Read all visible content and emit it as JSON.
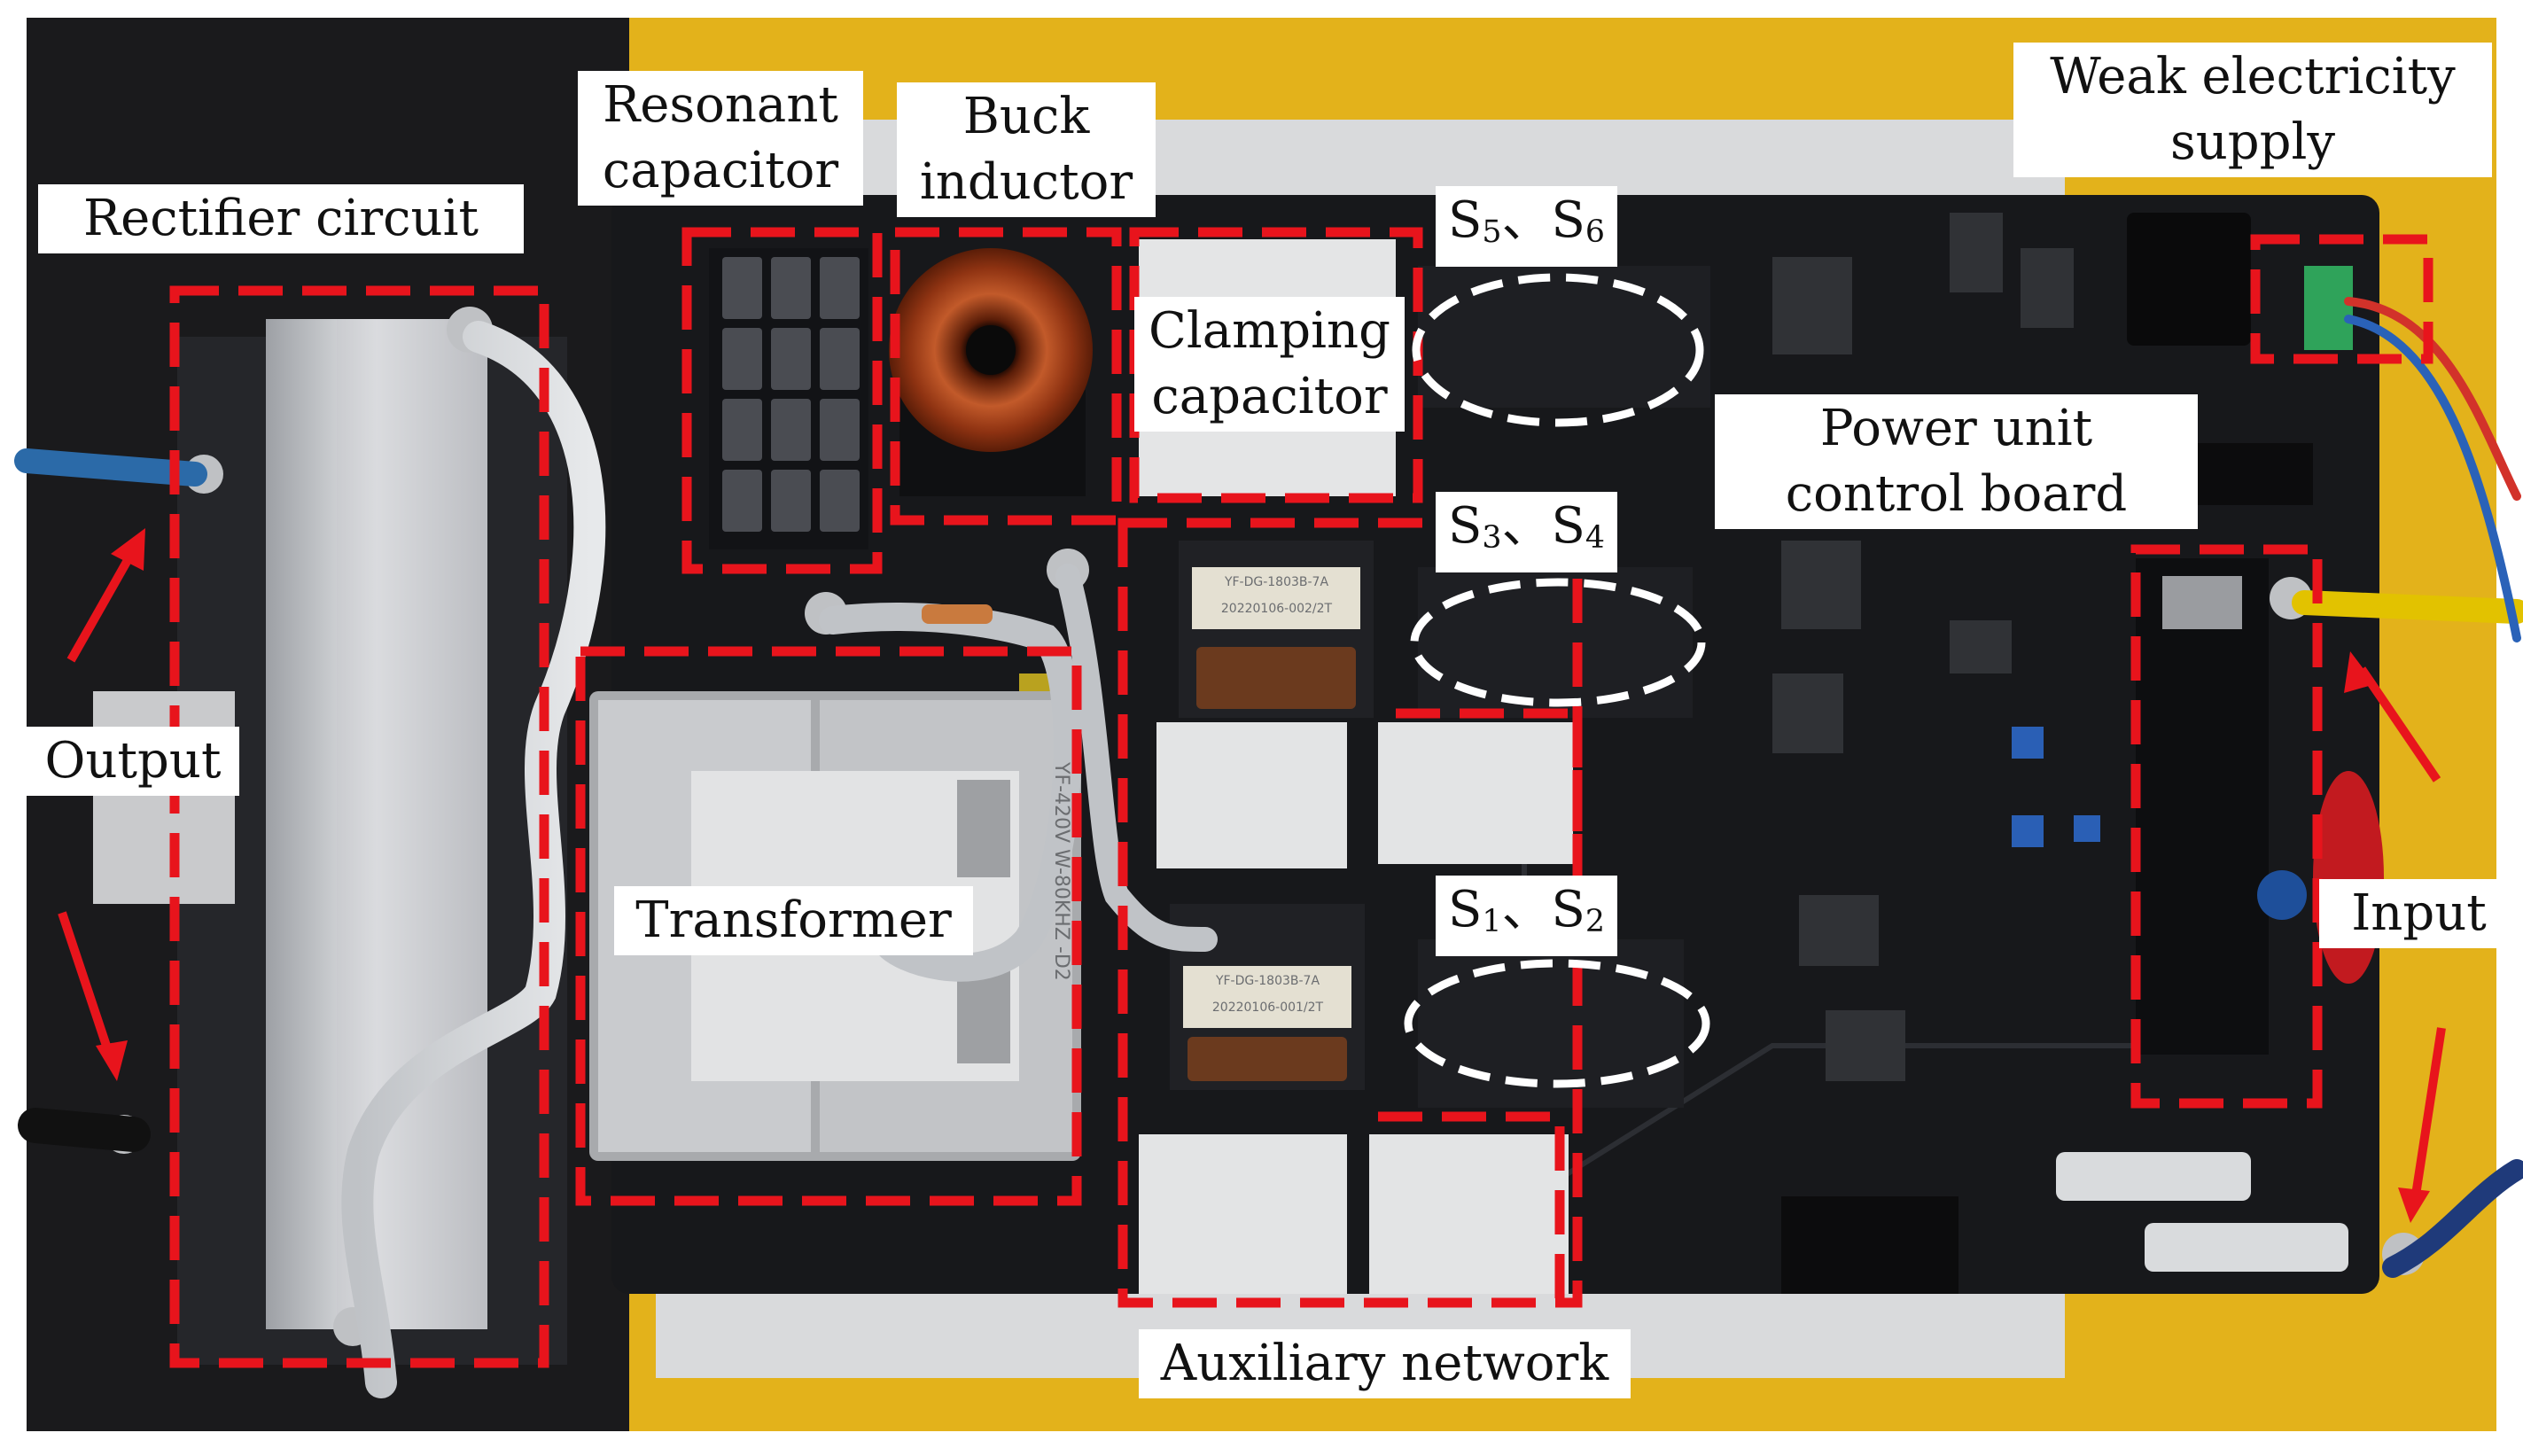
{
  "labels": {
    "resonant_capacitor": [
      "Resonant",
      "capacitor"
    ],
    "buck_inductor": [
      "Buck",
      "inductor"
    ],
    "rectifier_circuit": "Rectifier circuit",
    "weak_electricity_supply": [
      "Weak electricity",
      "supply"
    ],
    "clamping_capacitor": [
      "Clamping",
      "capacitor"
    ],
    "power_unit_control_board": [
      "Power unit",
      "control board"
    ],
    "output": "Output",
    "transformer": "Transformer",
    "input": "Input",
    "auxiliary_network": "Auxiliary network",
    "switch_pair_top": {
      "a": "S",
      "a_sub": "5",
      "sep": "、",
      "b": "S",
      "b_sub": "6"
    },
    "switch_pair_mid": {
      "a": "S",
      "a_sub": "3",
      "sep": "、",
      "b": "S",
      "b_sub": "4"
    },
    "switch_pair_bottom": {
      "a": "S",
      "a_sub": "1",
      "sep": "、",
      "b": "S",
      "b_sub": "2"
    }
  },
  "component_markings": {
    "transformer_text": [
      "YF-420V",
      "W-80KHZ",
      "-D2"
    ],
    "aux_transformer_top": [
      "YF-DG-1803B-7A",
      "20220106-002/2T"
    ],
    "aux_transformer_bottom": [
      "YF-DG-1803B-7A",
      "20220106-001/2T"
    ]
  },
  "colors": {
    "highlight_box": "#e8141c",
    "switch_outline": "#ffffff",
    "arrow": "#e8141c",
    "pcb": "#17181b",
    "table": "#e3b21b"
  }
}
